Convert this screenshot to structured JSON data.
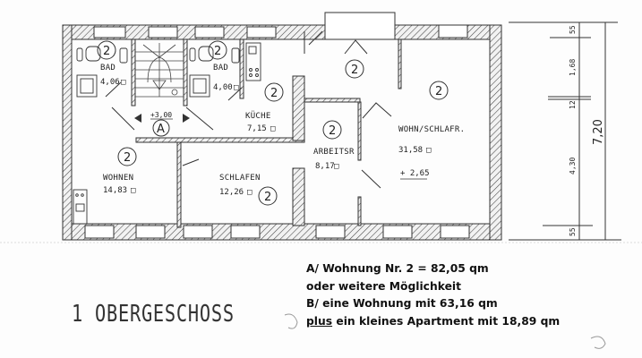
{
  "plan": {
    "floor_title": "1 OBERGESCHOSS",
    "unit_number_circle": "2",
    "rooms": [
      {
        "id": "bad1",
        "name": "BAD",
        "area": "4,06",
        "unit": "□"
      },
      {
        "id": "bad2",
        "name": "BAD",
        "area": "4,00",
        "unit": "□"
      },
      {
        "id": "kueche",
        "name": "KÜCHE",
        "area": "7,15",
        "unit": "□"
      },
      {
        "id": "flur",
        "name": "",
        "area": "",
        "unit": ""
      },
      {
        "id": "wohnschlaf",
        "name": "WOHN/SCHLAFR.",
        "area": "31,58",
        "unit": "□"
      },
      {
        "id": "arbeitsr",
        "name": "ARBEITSR",
        "area": "8,17",
        "unit": "□"
      },
      {
        "id": "wohnen",
        "name": "WOHNEN",
        "area": "14,83",
        "unit": "□"
      },
      {
        "id": "schlafen",
        "name": "SCHLAFEN",
        "area": "12,26",
        "unit": "□"
      }
    ],
    "entry_marker": {
      "label": "A",
      "level": "+3,00"
    },
    "level_marker": "+ 2,65",
    "dimensions": {
      "total": "7,20",
      "segments": [
        "55",
        "1,68",
        "12",
        "4,30",
        "55"
      ]
    }
  },
  "notes": {
    "line_a": "A/ Wohnung Nr. 2 = 82,05 qm",
    "line_or": "oder weitere Möglichkeit",
    "line_b": "B/ eine Wohnung mit  63,16 qm",
    "line_plus_word": "plus",
    "line_plus_rest": " ein kleines Apartment mit 18,89 qm"
  }
}
